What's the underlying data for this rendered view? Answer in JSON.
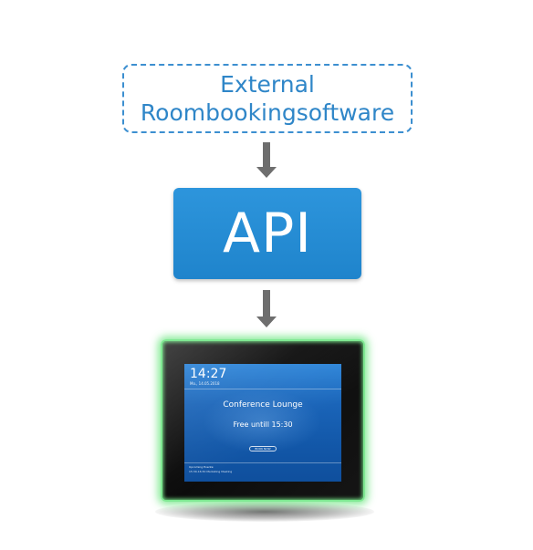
{
  "external_box": {
    "line1": "External",
    "line2": "Roombookingsoftware",
    "border_color": "#3c8fd0"
  },
  "api_box": {
    "label": "API",
    "color": "#2d95dc"
  },
  "arrow_color": "#6e6e6e",
  "device": {
    "glow_color": "#7fe892",
    "screen": {
      "time": "14:27",
      "date": "Mo., 14.05.2018",
      "room_name": "Conference Lounge",
      "status": "Free untill 15:30",
      "button_label": "BOOK NOW",
      "upcoming_label": "Upcoming Events:",
      "upcoming_event": "15:30-16:30 Marketing Meeting"
    }
  }
}
